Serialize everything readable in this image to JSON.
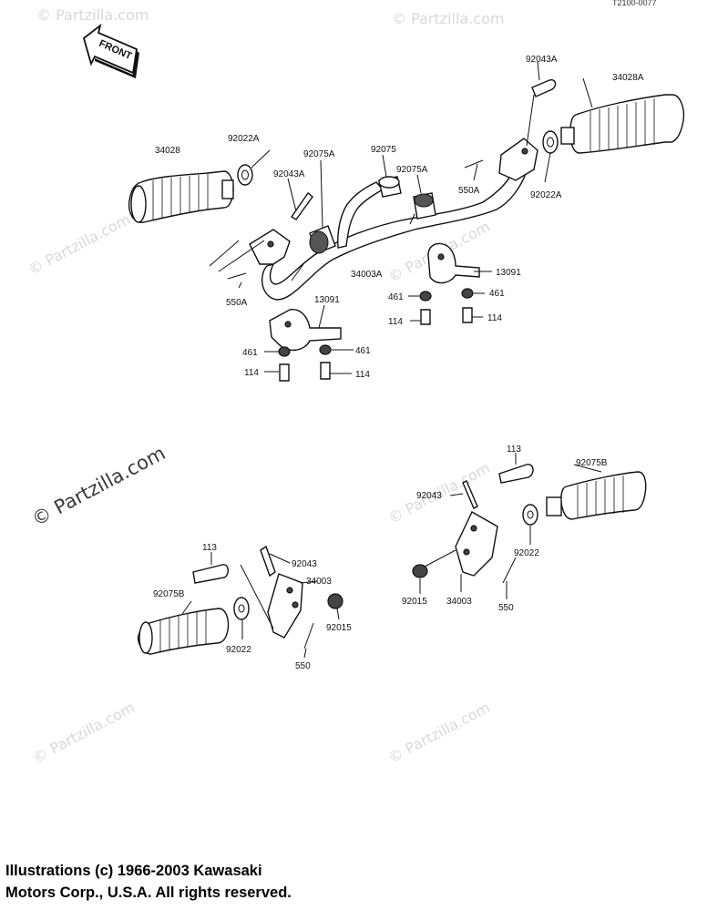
{
  "diagram": {
    "reference_code": "T2100-0077",
    "front_label": "FRONT",
    "watermark": "© Partzilla.com",
    "watermark_small": "© Partzilla.com",
    "copyright_lines": [
      "Illustrations (c) 1966-2003 Kawasaki",
      "Motors Corp., U.S.A.  All rights reserved."
    ],
    "parts": {
      "p92043A_top": "92043A",
      "p34028A": "34028A",
      "p34028": "34028",
      "p92022A_left": "92022A",
      "p92075A_mid": "92075A",
      "p92075": "92075",
      "p92075A_right": "92075A",
      "p92043A_left": "92043A",
      "p550A_right": "550A",
      "p92022A_right": "92022A",
      "p550A_left": "550A",
      "p34003A": "34003A",
      "p13091_right": "13091",
      "p461_r1": "461",
      "p461_r2": "461",
      "p114_r1": "114",
      "p114_r2": "114",
      "p13091_left": "13091",
      "p461_l1": "461",
      "p461_l2": "461",
      "p114_l1": "114",
      "p114_l2": "114",
      "p113_right": "113",
      "p92075B_right": "92075B",
      "p92043_right": "92043",
      "p92022_right": "92022",
      "p92015_right": "92015",
      "p34003_right": "34003",
      "p550_right": "550",
      "p113_left": "113",
      "p92043_left": "92043",
      "p34003_left": "34003",
      "p92075B_left": "92075B",
      "p92015_left": "92015",
      "p92022_left": "92022",
      "p550_left": "550"
    }
  }
}
